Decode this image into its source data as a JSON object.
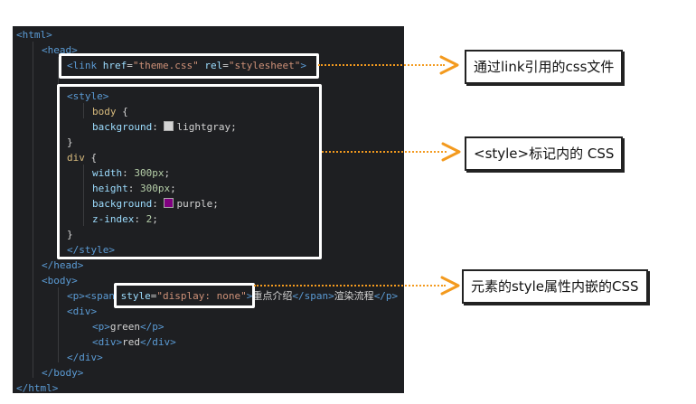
{
  "code_lines": [
    {
      "indent": 0,
      "parts": [
        {
          "c": "tag",
          "t": "<html>"
        }
      ]
    },
    {
      "indent": 1,
      "parts": [
        {
          "c": "tag",
          "t": "<head>"
        }
      ]
    },
    {
      "indent": 2,
      "parts": [
        {
          "c": "tag",
          "t": "<link "
        },
        {
          "c": "attr",
          "t": "href"
        },
        {
          "c": "txt",
          "t": "="
        },
        {
          "c": "val",
          "t": "\"theme.css\""
        },
        {
          "c": "attr",
          "t": " rel"
        },
        {
          "c": "txt",
          "t": "="
        },
        {
          "c": "val",
          "t": "\"stylesheet\""
        },
        {
          "c": "tag",
          "t": ">"
        }
      ]
    },
    {
      "indent": 2,
      "parts": []
    },
    {
      "indent": 2,
      "parts": [
        {
          "c": "tag",
          "t": "<style>"
        }
      ]
    },
    {
      "indent": 3,
      "parts": [
        {
          "c": "sel",
          "t": "body"
        },
        {
          "c": "txt",
          "t": " {"
        }
      ]
    },
    {
      "indent": 3,
      "parts": [
        {
          "c": "attr",
          "t": "background"
        },
        {
          "c": "txt",
          "t": ": "
        },
        {
          "c": "swatch",
          "t": "#d3d3d3"
        },
        {
          "c": "txt",
          "t": "lightgray;"
        }
      ]
    },
    {
      "indent": 2,
      "parts": [
        {
          "c": "txt",
          "t": "}"
        }
      ]
    },
    {
      "indent": 2,
      "parts": [
        {
          "c": "sel",
          "t": "div"
        },
        {
          "c": "txt",
          "t": " {"
        }
      ]
    },
    {
      "indent": 3,
      "parts": [
        {
          "c": "attr",
          "t": "width"
        },
        {
          "c": "txt",
          "t": ": "
        },
        {
          "c": "num",
          "t": "300px"
        },
        {
          "c": "txt",
          "t": ";"
        }
      ]
    },
    {
      "indent": 3,
      "parts": [
        {
          "c": "attr",
          "t": "height"
        },
        {
          "c": "txt",
          "t": ": "
        },
        {
          "c": "num",
          "t": "300px"
        },
        {
          "c": "txt",
          "t": ";"
        }
      ]
    },
    {
      "indent": 3,
      "parts": [
        {
          "c": "attr",
          "t": "background"
        },
        {
          "c": "txt",
          "t": ": "
        },
        {
          "c": "swatch",
          "t": "#800080"
        },
        {
          "c": "txt",
          "t": "purple;"
        }
      ]
    },
    {
      "indent": 3,
      "parts": [
        {
          "c": "attr",
          "t": "z-index"
        },
        {
          "c": "txt",
          "t": ": "
        },
        {
          "c": "num",
          "t": "2"
        },
        {
          "c": "txt",
          "t": ";"
        }
      ]
    },
    {
      "indent": 2,
      "parts": [
        {
          "c": "txt",
          "t": "}"
        }
      ]
    },
    {
      "indent": 2,
      "parts": [
        {
          "c": "tag",
          "t": "</style>"
        }
      ]
    },
    {
      "indent": 1,
      "parts": [
        {
          "c": "tag",
          "t": "</head>"
        }
      ]
    },
    {
      "indent": 1,
      "parts": [
        {
          "c": "tag",
          "t": "<body>"
        }
      ]
    },
    {
      "indent": 2,
      "parts": [
        {
          "c": "tag",
          "t": "<p><span "
        },
        {
          "c": "attr",
          "t": "style"
        },
        {
          "c": "txt",
          "t": "="
        },
        {
          "c": "val",
          "t": "\"display: none\""
        },
        {
          "c": "tag",
          "t": ">"
        },
        {
          "c": "txt",
          "t": "重点介绍"
        },
        {
          "c": "tag",
          "t": "</span>"
        },
        {
          "c": "txt",
          "t": "渲染流程"
        },
        {
          "c": "tag",
          "t": "</p>"
        }
      ]
    },
    {
      "indent": 2,
      "parts": [
        {
          "c": "tag",
          "t": "<div>"
        }
      ]
    },
    {
      "indent": 3,
      "parts": [
        {
          "c": "tag",
          "t": "<p>"
        },
        {
          "c": "txt",
          "t": "green"
        },
        {
          "c": "tag",
          "t": "</p>"
        }
      ]
    },
    {
      "indent": 3,
      "parts": [
        {
          "c": "tag",
          "t": "<div>"
        },
        {
          "c": "txt",
          "t": "red"
        },
        {
          "c": "tag",
          "t": "</div>"
        }
      ]
    },
    {
      "indent": 2,
      "parts": [
        {
          "c": "tag",
          "t": "</div>"
        }
      ]
    },
    {
      "indent": 1,
      "parts": [
        {
          "c": "tag",
          "t": "</body>"
        }
      ]
    },
    {
      "indent": 0,
      "parts": [
        {
          "c": "tag",
          "t": "</html>"
        }
      ]
    }
  ],
  "callouts": {
    "link": "通过link引用的css文件",
    "style": "<style>标记内的 CSS",
    "inline": "元素的style属性内嵌的CSS"
  },
  "colors": {
    "arrow": "#f39a1e",
    "editor_bg": "#1e1f22"
  }
}
